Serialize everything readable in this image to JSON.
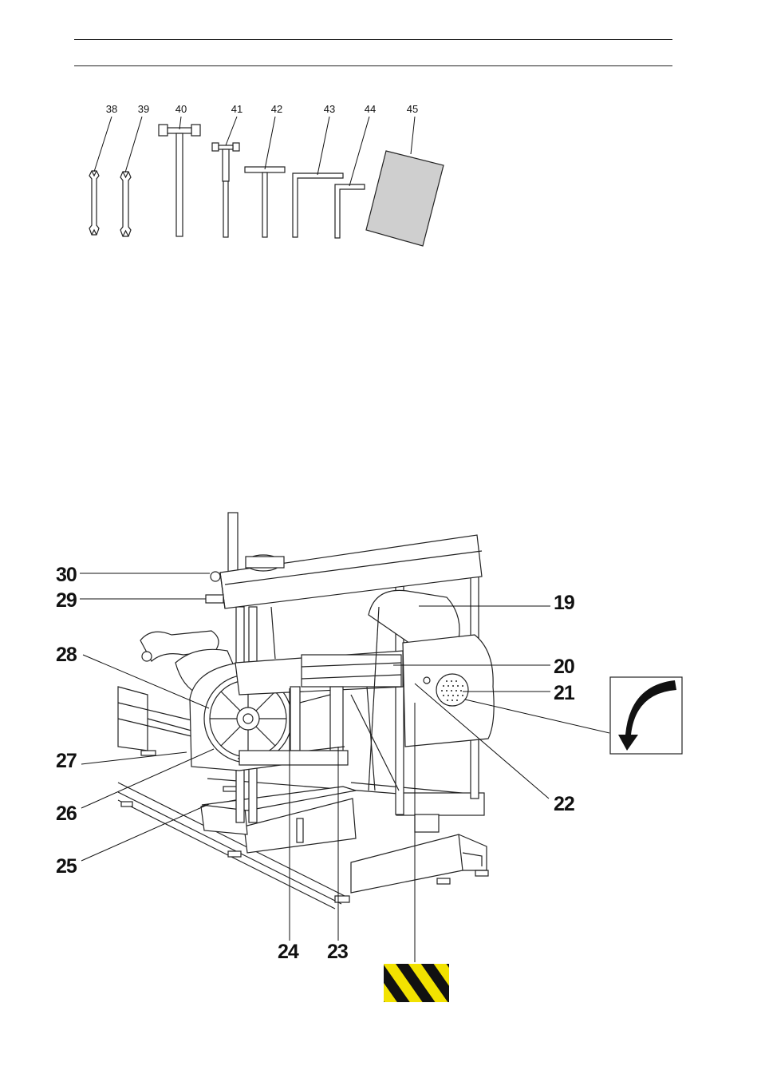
{
  "tools": [
    {
      "num": "38",
      "name": "wrench-38"
    },
    {
      "num": "39",
      "name": "wrench-39"
    },
    {
      "num": "40",
      "name": "t-wrench-40"
    },
    {
      "num": "41",
      "name": "t-wrench-41"
    },
    {
      "num": "42",
      "name": "t-key-42"
    },
    {
      "num": "43",
      "name": "allen-key-43"
    },
    {
      "num": "44",
      "name": "allen-key-44"
    },
    {
      "num": "45",
      "name": "manual-45"
    }
  ],
  "parts": {
    "p19": "19",
    "p20": "20",
    "p21": "21",
    "p22": "22",
    "p23": "23",
    "p24": "24",
    "p25": "25",
    "p26": "26",
    "p27": "27",
    "p28": "28",
    "p29": "29",
    "p30": "30"
  },
  "colors": {
    "line": "#111111",
    "manual_fill": "#cfcfcf",
    "hazard_yellow": "#f2e200",
    "hazard_black": "#111111"
  },
  "icons": [
    "rotation-direction-arrow-icon",
    "hazard-stripe-icon"
  ]
}
